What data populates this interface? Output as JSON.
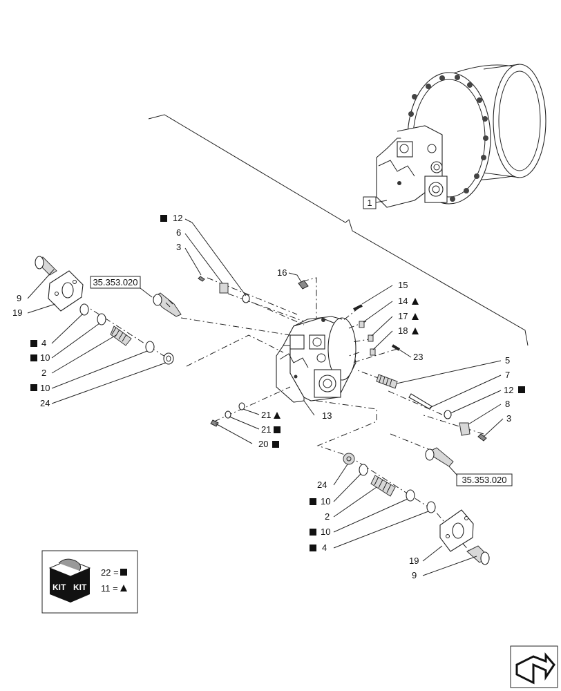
{
  "ref_boxes": {
    "assembly": "1",
    "connector_top": "35.353.020",
    "connector_bottom": "35.353.020"
  },
  "kit": {
    "kit_word_left": "KIT",
    "kit_word_right": "KIT",
    "line1": "22 =",
    "line2": "11 ="
  },
  "labels": {
    "p12_top": "12",
    "p6": "6",
    "p3_top": "3",
    "p9_top": "9",
    "p19_top": "19",
    "p4_left": "4",
    "p10_left_a": "10",
    "p2_left": "2",
    "p10_left_b": "10",
    "p24_left": "24",
    "p16": "16",
    "p15": "15",
    "p14": "14",
    "p17": "17",
    "p18": "18",
    "p23": "23",
    "p5": "5",
    "p7": "7",
    "p12_right": "12",
    "p8": "8",
    "p3_right": "3",
    "p21_a": "21",
    "p21_b": "21",
    "p20": "20",
    "p13": "13",
    "p24_bottom": "24",
    "p10_bottom_a": "10",
    "p2_bottom": "2",
    "p10_bottom_b": "10",
    "p4_bottom": "4",
    "p19_bottom": "19",
    "p9_bottom": "9"
  }
}
